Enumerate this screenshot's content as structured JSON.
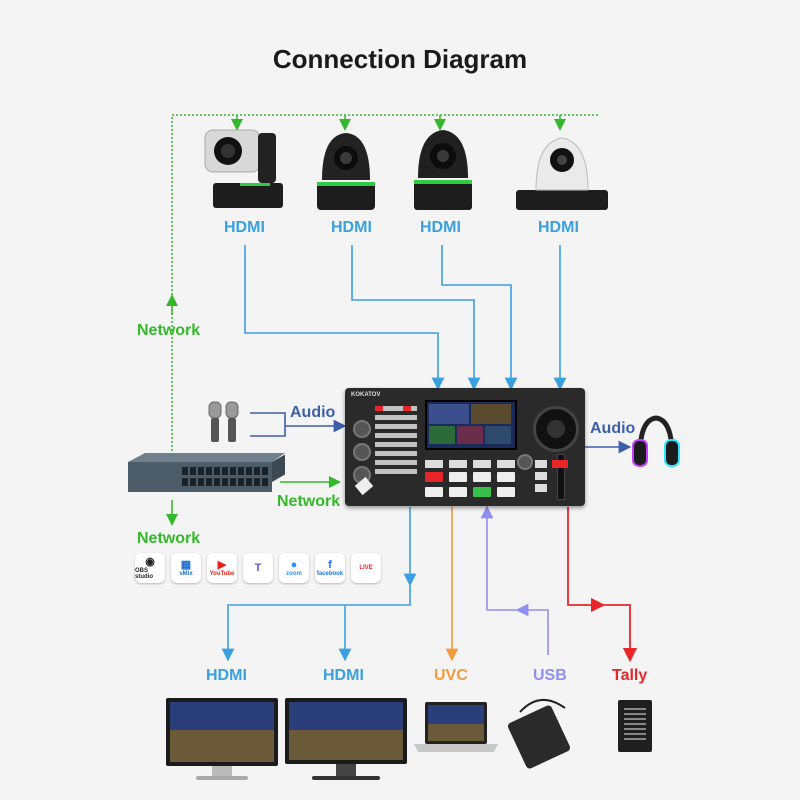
{
  "title": "Connection Diagram",
  "labels": {
    "hdmi_in": [
      "HDMI",
      "HDMI",
      "HDMI",
      "HDMI"
    ],
    "network_left": "Network",
    "audio_in": "Audio",
    "network_in": "Network",
    "network_out": "Network",
    "audio_out": "Audio",
    "hdmi_out_1": "HDMI",
    "hdmi_out_2": "HDMI",
    "uvc": "UVC",
    "usb": "USB",
    "tally": "Tally"
  },
  "device": {
    "brand": "KOKATOV"
  },
  "software": [
    {
      "icon": "obs-logo",
      "text": "OBS studio",
      "color": "#222222"
    },
    {
      "icon": "vmix-logo",
      "text": "vMix",
      "color": "#1f6fd1"
    },
    {
      "icon": "youtube-logo",
      "text": "YouTube",
      "color": "#e62117"
    },
    {
      "icon": "teams-logo",
      "text": "",
      "color": "#5b5fc7"
    },
    {
      "icon": "zoom-logo",
      "text": "zoom",
      "color": "#2d8cff"
    },
    {
      "icon": "facebook-logo",
      "text": "facebook",
      "color": "#1877f2"
    },
    {
      "icon": "live-logo",
      "text": "LIVE",
      "color": "#e8262a"
    }
  ],
  "colors": {
    "hdmi": "#3aa0df",
    "network": "#35b82b",
    "audio": "#3d5fa8",
    "uvc": "#f39a3c",
    "usb": "#8f8ff0",
    "tally": "#e8262a"
  }
}
